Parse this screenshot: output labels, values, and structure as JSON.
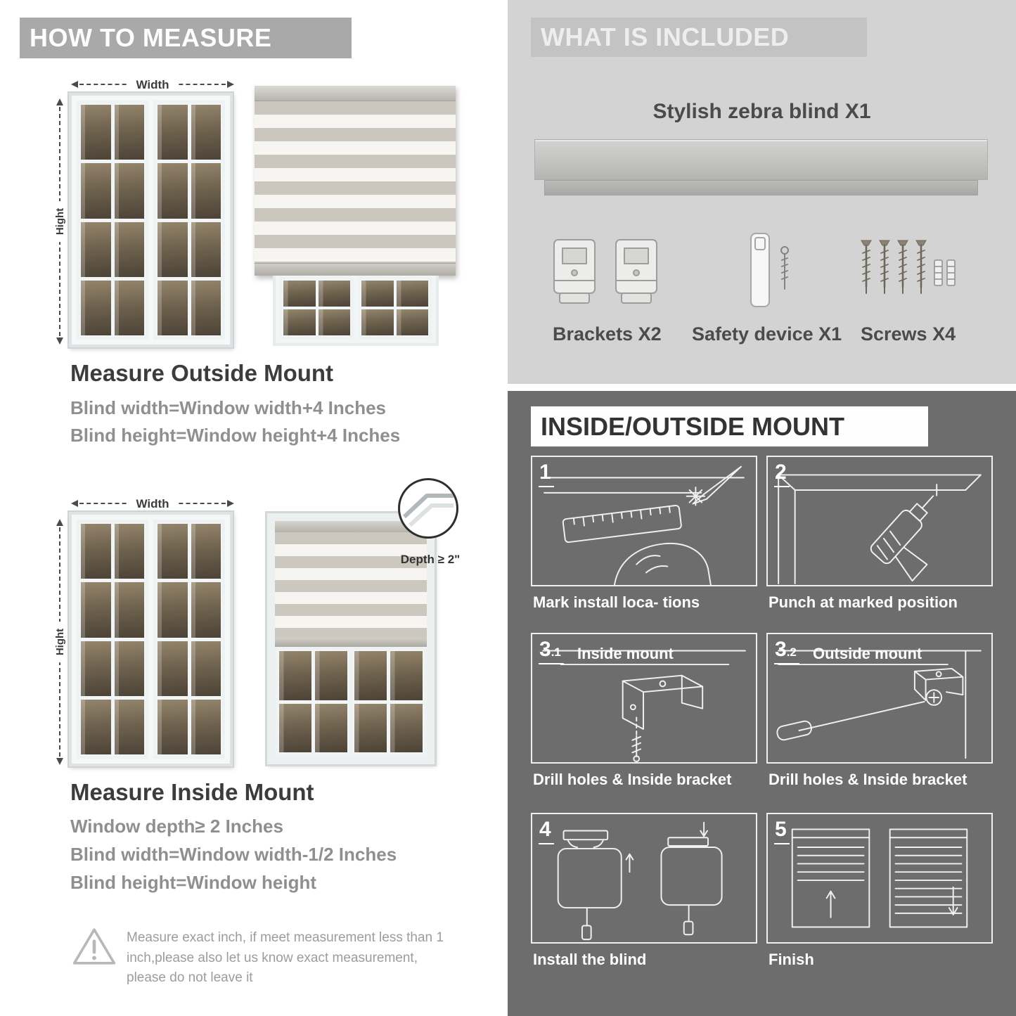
{
  "colors": {
    "left_banner": "#a9a9a9",
    "included_background": "#d3d3d3",
    "included_banner": "#c3c3c3",
    "mount_background": "#6d6d6d",
    "dark_text": "#3c3c3c",
    "gray_text": "#8f8f8f"
  },
  "left": {
    "banner": "HOW TO MEASURE",
    "dim": {
      "width": "Width",
      "height": "Hight"
    },
    "outside": {
      "title": "Measure Outside Mount",
      "lines": [
        "Blind width=Window width+4 Inches",
        "Blind height=Window height+4 Inches"
      ]
    },
    "inside": {
      "title": "Measure Inside Mount",
      "depth_label": "Depth ≥ 2\"",
      "lines": [
        "Window depth≥ 2 Inches",
        "Blind width=Window width-1/2 Inches",
        "Blind height=Window height"
      ]
    },
    "warning_text": "Measure exact inch, if meet measurement less than 1 inch,please also let us know exact measurement, please do not leave it"
  },
  "included": {
    "banner": "WHAT IS INCLUDED",
    "title": "Stylish zebra blind X1",
    "items": [
      {
        "name": "brackets",
        "label": "Brackets X2"
      },
      {
        "name": "safety-device",
        "label": "Safety device X1"
      },
      {
        "name": "screws",
        "label": "Screws X4"
      }
    ]
  },
  "mount": {
    "banner": "INSIDE/OUTSIDE MOUNT",
    "steps": [
      {
        "num_main": "1",
        "num_sub": "",
        "title": "",
        "caption": "Mark install loca- tions"
      },
      {
        "num_main": "2",
        "num_sub": "",
        "title": "",
        "caption": "Punch at  marked position"
      },
      {
        "num_main": "3",
        "num_sub": ".1",
        "title": "Inside mount",
        "caption": "Drill holes &  Inside bracket"
      },
      {
        "num_main": "3",
        "num_sub": ".2",
        "title": "Outside mount",
        "caption": "Drill holes &  Inside bracket"
      },
      {
        "num_main": "4",
        "num_sub": "",
        "title": "",
        "caption": "Install the blind"
      },
      {
        "num_main": "5",
        "num_sub": "",
        "title": "",
        "caption": "Finish"
      }
    ]
  }
}
